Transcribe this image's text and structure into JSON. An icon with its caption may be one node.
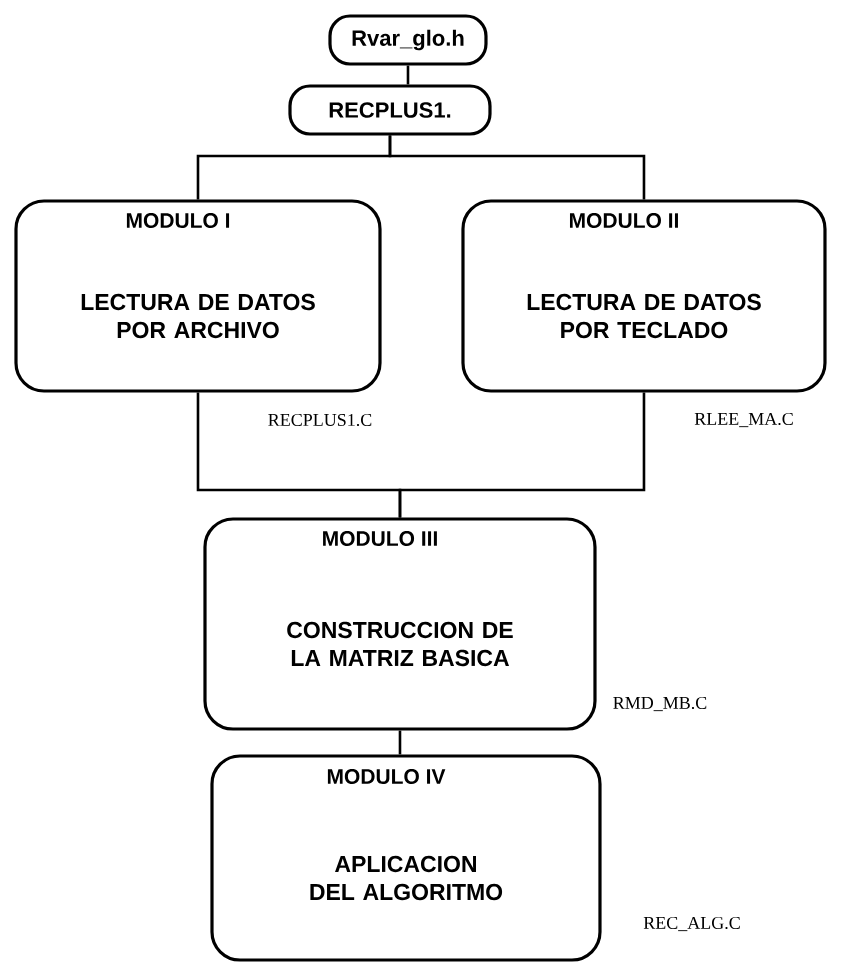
{
  "diagram": {
    "nodes": [
      {
        "text": [
          "Rvar_glo.h"
        ]
      },
      {
        "text": [
          "RECPLUS1."
        ]
      },
      {
        "text": [
          "MODULO I",
          "LECTURA DE DATOS POR ARCHIVO"
        ],
        "beside": [
          "RECPLUS1.C"
        ]
      },
      {
        "text": [
          "MODULO II",
          "LECTURA DE DATOS POR TECLADO"
        ],
        "beside": [
          "RLEE_MA.C"
        ]
      },
      {
        "text": [
          "MODULO III",
          "CONSTRUCCION DE LA MATRIZ BASICA"
        ],
        "beside": [
          "RMD_MB.C"
        ]
      },
      {
        "text": [
          "MODULO IV",
          "APLICACION DEL ALGORITMO"
        ],
        "beside": [
          "REC_ALG.C"
        ]
      }
    ],
    "edges": [
      {
        "from": 0,
        "to": 1,
        "arrow": "none"
      },
      {
        "from": 1,
        "to": 2,
        "arrow": "none"
      },
      {
        "from": 1,
        "to": 3,
        "arrow": "none"
      },
      {
        "from": 2,
        "to": 4,
        "arrow": "none"
      },
      {
        "from": 3,
        "to": 4,
        "arrow": "none"
      },
      {
        "from": 4,
        "to": 5,
        "arrow": "none"
      }
    ]
  }
}
